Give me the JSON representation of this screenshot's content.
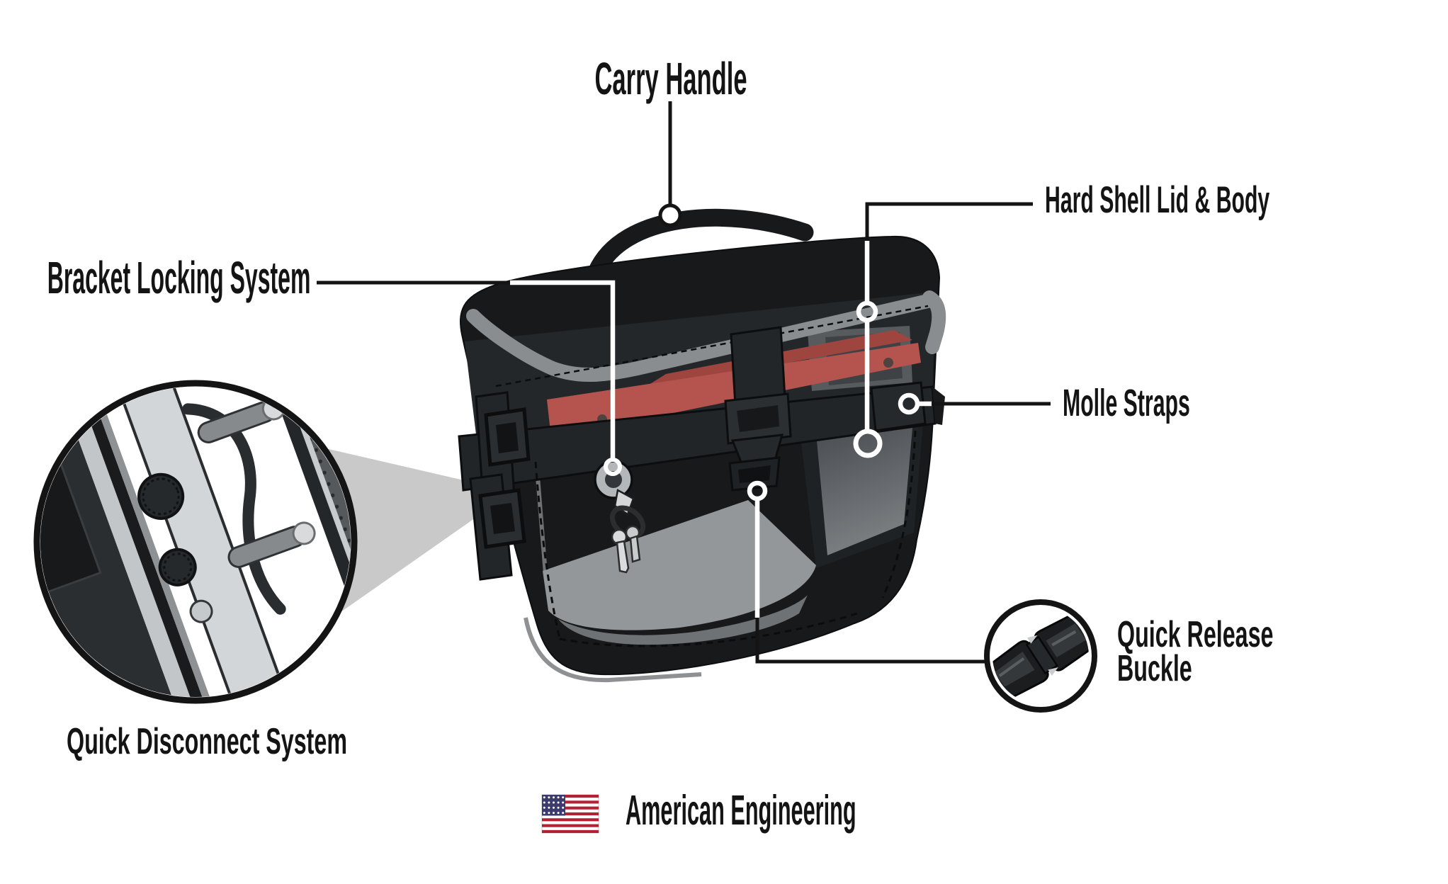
{
  "diagram": {
    "type": "product-feature-callout-diagram",
    "subject": "motorcycle saddlebag",
    "labels": {
      "carry_handle": "Carry Handle",
      "hard_shell_lid_body": "Hard Shell Lid & Body",
      "bracket_locking_system": "Bracket Locking System",
      "molle_straps": "Molle Straps",
      "quick_release_line1": "Quick Release",
      "quick_release_line2": "Buckle",
      "quick_disconnect_system": "Quick Disconnect System"
    },
    "footer": {
      "flag_icon": "us-flag-icon",
      "text": "American Engineering"
    },
    "colors": {
      "background": "#ffffff",
      "ink": "#141414",
      "bag_black": "#17191b",
      "trim_gray": "#8a8d8f",
      "accent_red": "#b5544e",
      "floor_gray": "#94979a",
      "flag_red": "#B22234",
      "flag_blue": "#3C3B6E"
    }
  }
}
